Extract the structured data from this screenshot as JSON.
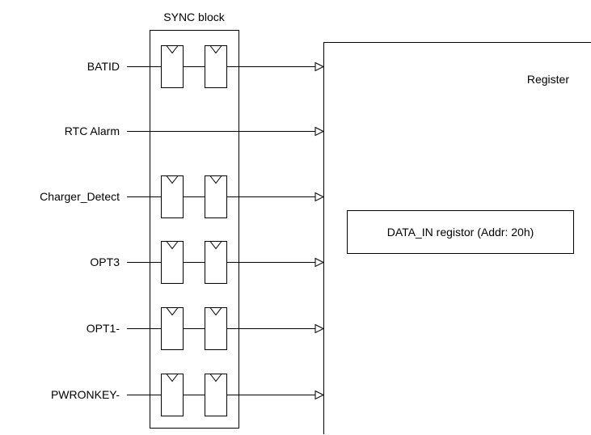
{
  "diagram": {
    "sync_block_label": "SYNC block",
    "register_label": "Register",
    "data_in_label": "DATA_IN registor (Addr: 20h)",
    "signals": [
      {
        "label": "BATID",
        "synchronized": true
      },
      {
        "label": "RTC Alarm",
        "synchronized": false
      },
      {
        "label": "Charger_Detect",
        "synchronized": true
      },
      {
        "label": "OPT3",
        "synchronized": true
      },
      {
        "label": "OPT1-",
        "synchronized": true
      },
      {
        "label": "PWRONKEY-",
        "synchronized": true
      }
    ]
  }
}
